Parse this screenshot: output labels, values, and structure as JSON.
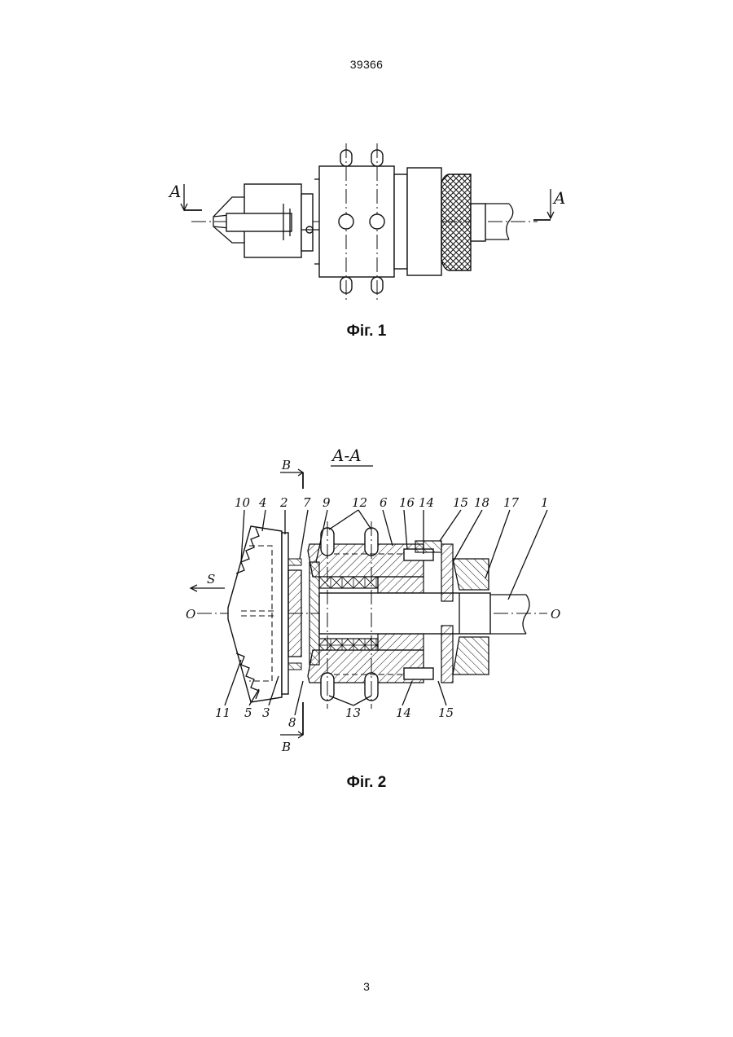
{
  "header": {
    "document_number": "39366"
  },
  "figure1": {
    "caption": "Фіг. 1",
    "section_mark_left": "A",
    "section_mark_right": "A"
  },
  "figure2": {
    "caption": "Фіг. 2",
    "section_title": "A-A",
    "section_mark_top": "B",
    "section_mark_bottom": "B",
    "feed_label": "S",
    "axis_label_left": "O",
    "axis_label_right": "O",
    "callouts_top": [
      "10",
      "4",
      "2",
      "7",
      "9",
      "12",
      "6",
      "16",
      "14",
      "15",
      "18",
      "17",
      "1"
    ],
    "callouts_bottom": [
      "11",
      "5",
      "3",
      "8",
      "13",
      "14",
      "15"
    ]
  },
  "footer": {
    "page_number": "3"
  }
}
